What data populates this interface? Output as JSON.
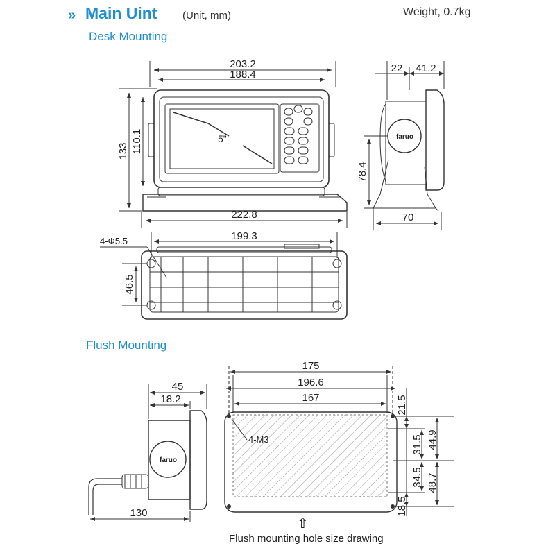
{
  "header": {
    "chevrons": "»",
    "title": "Main Uint",
    "unit": "(Unit, mm)",
    "weight": "Weight, 0.7kg"
  },
  "sections": {
    "desk": "Desk Mounting",
    "flush": "Flush Mounting"
  },
  "labels": {
    "screen_size": "5\"",
    "brand": "faruo",
    "hole_spec_desk": "4-Φ5.5",
    "hole_spec_flush": "4-M3",
    "caption": "Flush mounting hole size drawing",
    "caption_arrow": "⇧"
  },
  "dims": {
    "front_width_outer": "203.2",
    "front_width_inner": "188.4",
    "front_height_total": "133",
    "front_height_body": "110.1",
    "base_width": "222.8",
    "side_top_a": "22",
    "side_top_b": "41.2",
    "side_height": "78.4",
    "side_depth": "70",
    "bottom_width": "199.3",
    "bottom_depth": "46.5",
    "flush_side_depth": "45",
    "flush_side_flange": "18.2",
    "flush_side_cable": "130",
    "hole_outer": "175",
    "hole_mid": "196.6",
    "hole_inner": "167",
    "hole_r1": "21.5",
    "hole_r2": "31.5",
    "hole_r3": "44.9",
    "hole_r4": "34.5",
    "hole_r5": "48.7",
    "hole_r6": "18.5"
  }
}
